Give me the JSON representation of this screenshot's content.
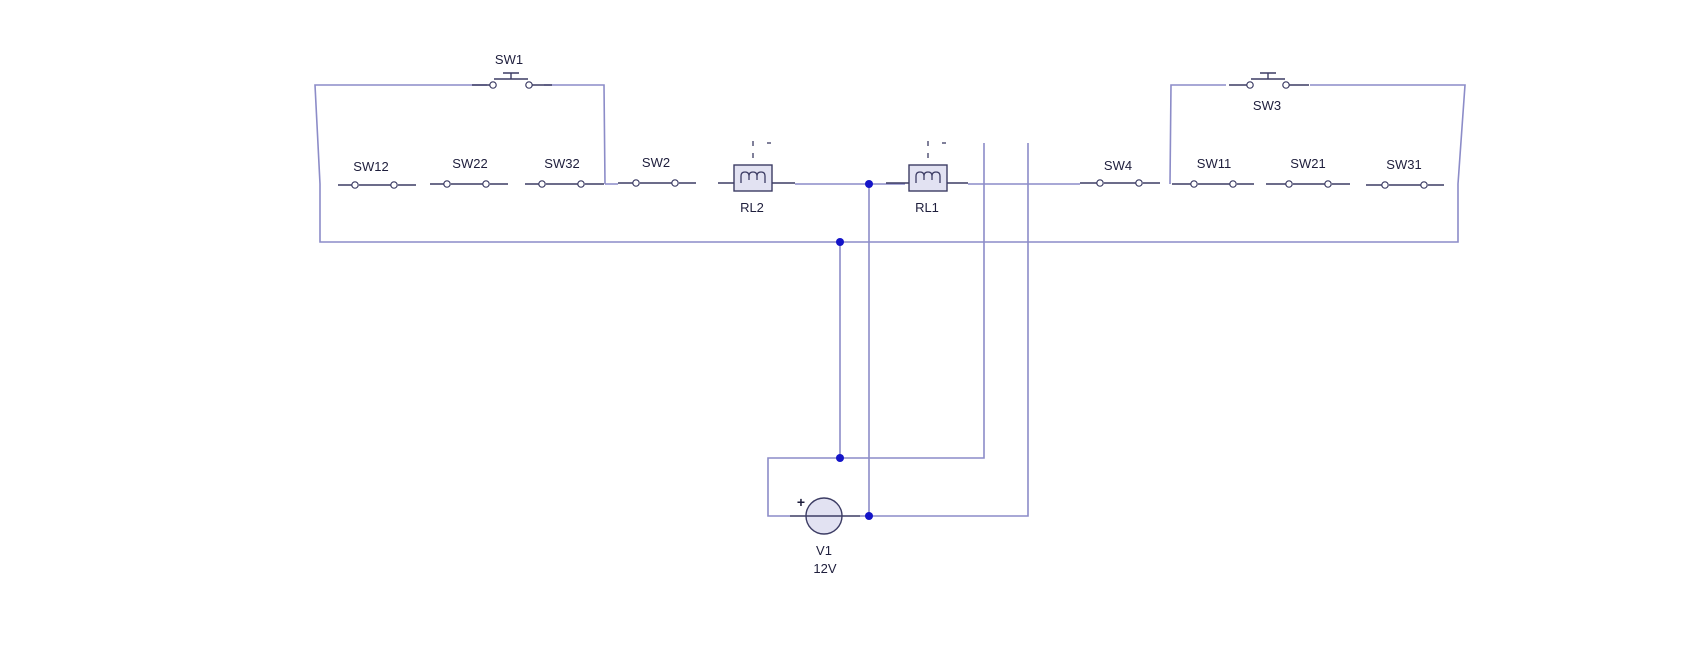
{
  "components": {
    "sw1": {
      "label": "SW1"
    },
    "sw2": {
      "label": "SW2"
    },
    "sw3": {
      "label": "SW3"
    },
    "sw4": {
      "label": "SW4"
    },
    "sw11": {
      "label": "SW11"
    },
    "sw12": {
      "label": "SW12"
    },
    "sw21": {
      "label": "SW21"
    },
    "sw22": {
      "label": "SW22"
    },
    "sw31": {
      "label": "SW31"
    },
    "sw32": {
      "label": "SW32"
    },
    "rl1": {
      "label": "RL1"
    },
    "rl2": {
      "label": "RL2"
    },
    "v1": {
      "label": "V1",
      "value": "12V",
      "polarity": "+"
    }
  },
  "colors": {
    "wire": "#8c8cc8",
    "junction": "#1414c8",
    "component_fill": "#e2e2f2",
    "component_stroke": "#3c3c64"
  }
}
